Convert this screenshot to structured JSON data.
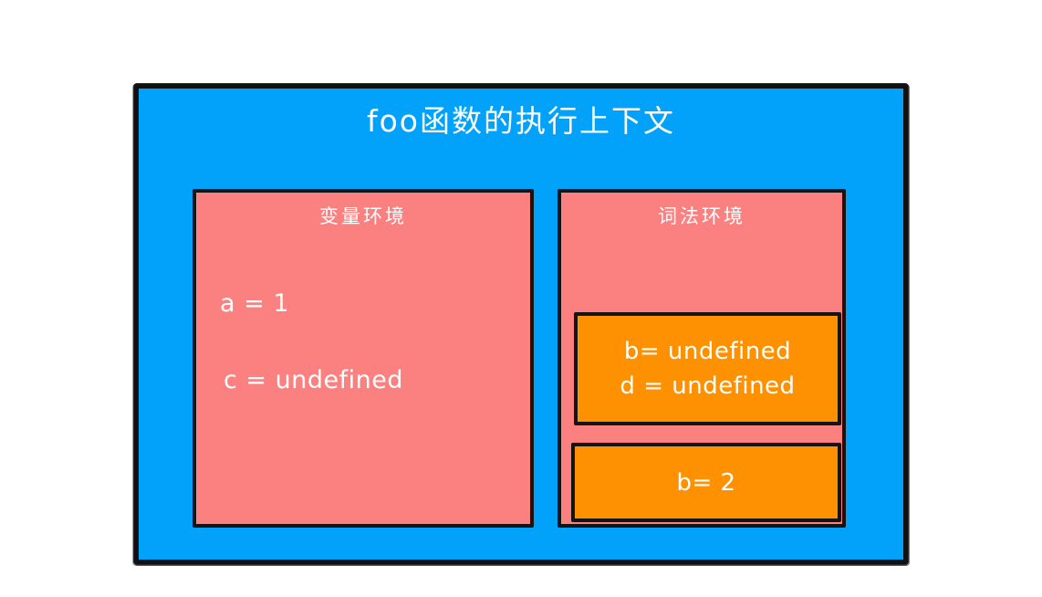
{
  "diagram": {
    "title": "foo函数的执行上下文",
    "colors": {
      "context_background": "#02a2fb",
      "environment_background": "#fb8080",
      "scope_block_background": "#fd9102",
      "border": "#141414",
      "text": "#ffffff"
    },
    "environments": [
      {
        "id": "variable-environment",
        "title": "变量环境",
        "bindings": [
          {
            "id": "a",
            "text": "a = 1"
          },
          {
            "id": "c",
            "text": "c = undefined"
          }
        ]
      },
      {
        "id": "lexical-environment",
        "title": "词法环境",
        "scope_blocks": [
          {
            "id": "hoisted-block",
            "lines": [
              "b= undefined",
              "d = undefined"
            ]
          },
          {
            "id": "assigned-block",
            "lines": [
              "b= 2"
            ]
          }
        ]
      }
    ]
  }
}
